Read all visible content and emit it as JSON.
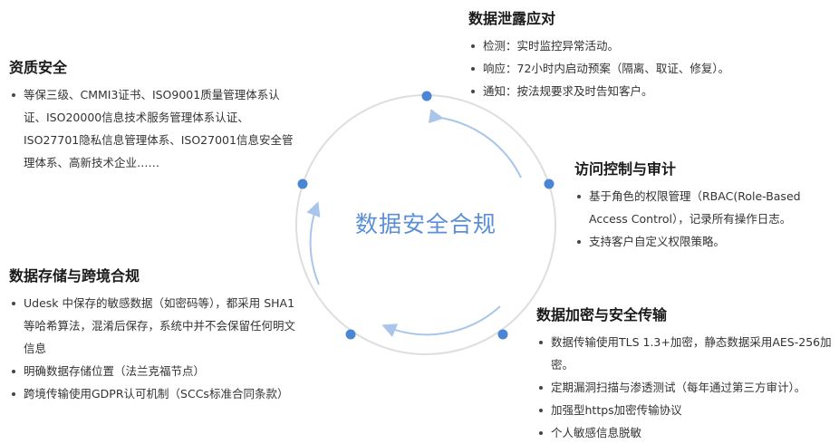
{
  "center": {
    "title": "数据安全合规"
  },
  "colors": {
    "accent": "#5b8fd6",
    "ring": "#dcdcdc",
    "node": "#4a86d3"
  },
  "sections": {
    "leak": {
      "title": "数据泄露应对",
      "items": [
        "检测：实时监控异常活动。",
        "响应：72小时内启动预案（隔离、取证、修复）。",
        "通知：按法规要求及时告知客户。"
      ]
    },
    "qualification": {
      "title": "资质安全",
      "items": [
        "等保三级、CMMI3证书、ISO9001质量管理体系认证、ISO20000信息技术服务管理体系认证、ISO27701隐私信息管理体系、ISO27001信息安全管理体系、高新技术企业……"
      ]
    },
    "access": {
      "title": "访问控制与审计",
      "items": [
        "基于角色的权限管理（RBAC(Role-Based Access Control），记录所有操作日志。",
        "支持客户自定义权限策略。"
      ]
    },
    "storage": {
      "title": "数据存储与跨境合规",
      "items": [
        "Udesk 中保存的敏感数据（如密码等），都采用 SHA1 等哈希算法，混淆后保存，系统中并不会保留任何明文信息",
        "明确数据存储位置（法兰克福节点）",
        "跨境传输使用GDPR认可机制（SCCs标准合同条款）"
      ]
    },
    "encryption": {
      "title": "数据加密与安全传输",
      "items": [
        "数据传输使用TLS 1.3+加密，静态数据采用AES-256加密。",
        "定期漏洞扫描与渗透测试（每年通过第三方审计）。",
        "加强型https加密传输协议",
        "个人敏感信息脱敏"
      ]
    }
  }
}
